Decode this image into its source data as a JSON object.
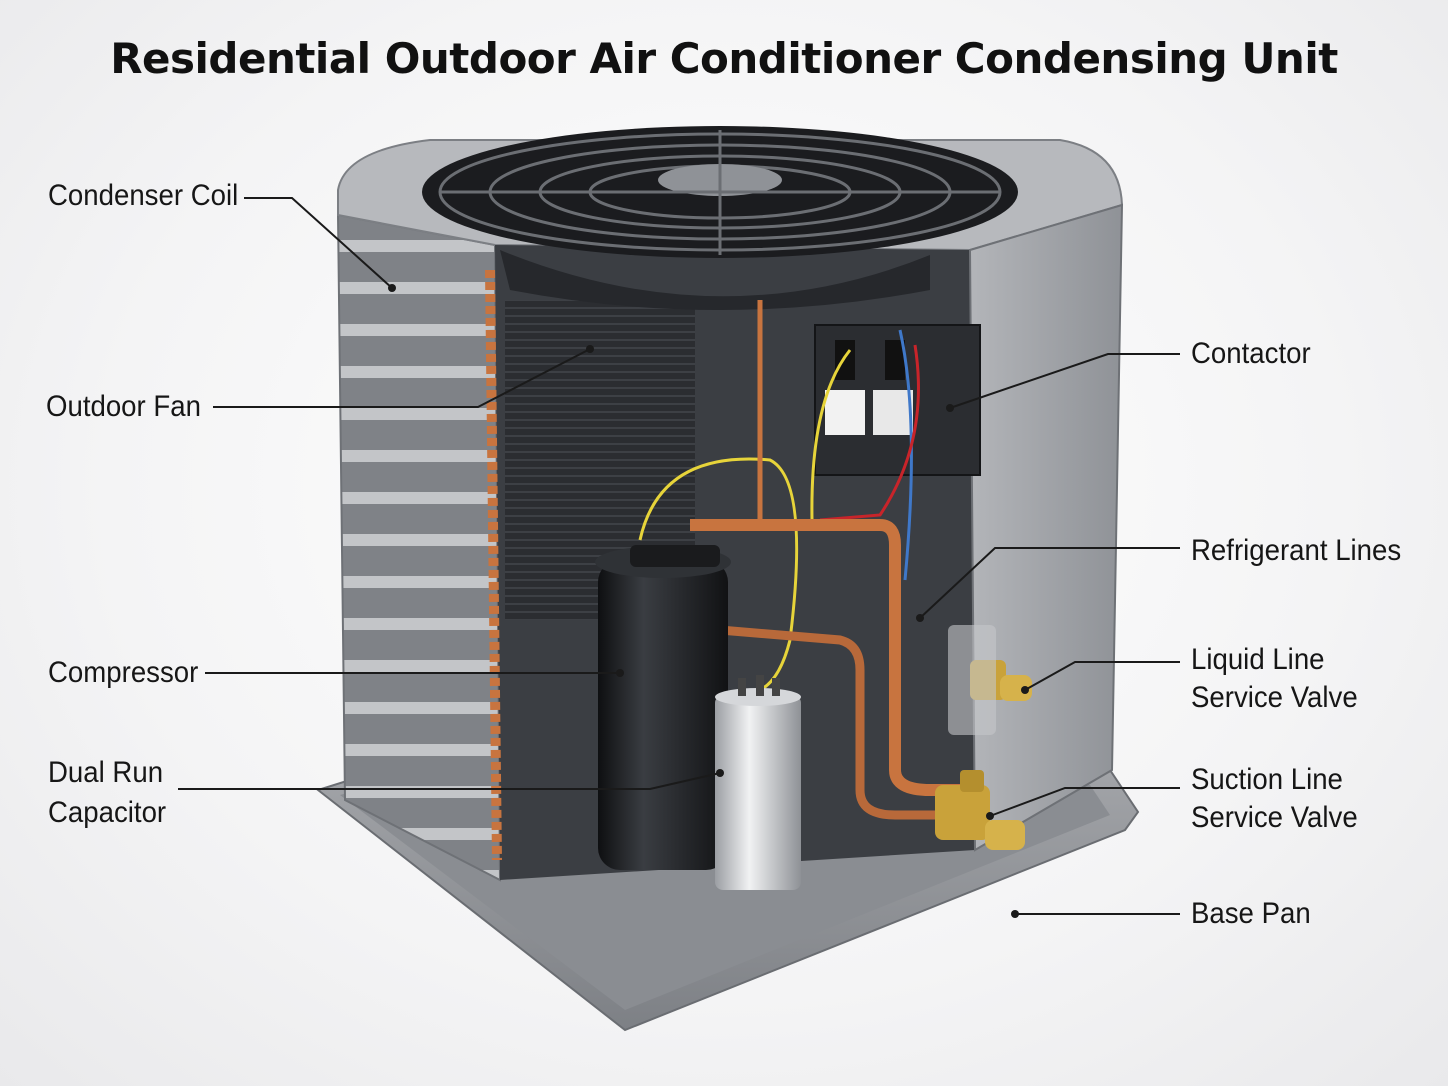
{
  "title": "Residential Outdoor Air Conditioner Condensing Unit",
  "labels": {
    "condenser_coil": "Condenser Coil",
    "outdoor_fan": "Outdoor Fan",
    "compressor": "Compressor",
    "dual_run_capacitor_1": "Dual Run",
    "dual_run_capacitor_2": "Capacitor",
    "contactor": "Contactor",
    "refrigerant_lines": "Refrigerant Lines",
    "liquid_line_valve_1": "Liquid Line",
    "liquid_line_valve_2": "Service Valve",
    "suction_line_valve_1": "Suction Line",
    "suction_line_valve_2": "Service Valve",
    "base_pan": "Base Pan"
  },
  "colors": {
    "cabinet": "#a9abaf",
    "copper": "#c8743f",
    "brass": "#c9a23a",
    "compressor": "#1f2124",
    "interior": "#2a2c30"
  }
}
